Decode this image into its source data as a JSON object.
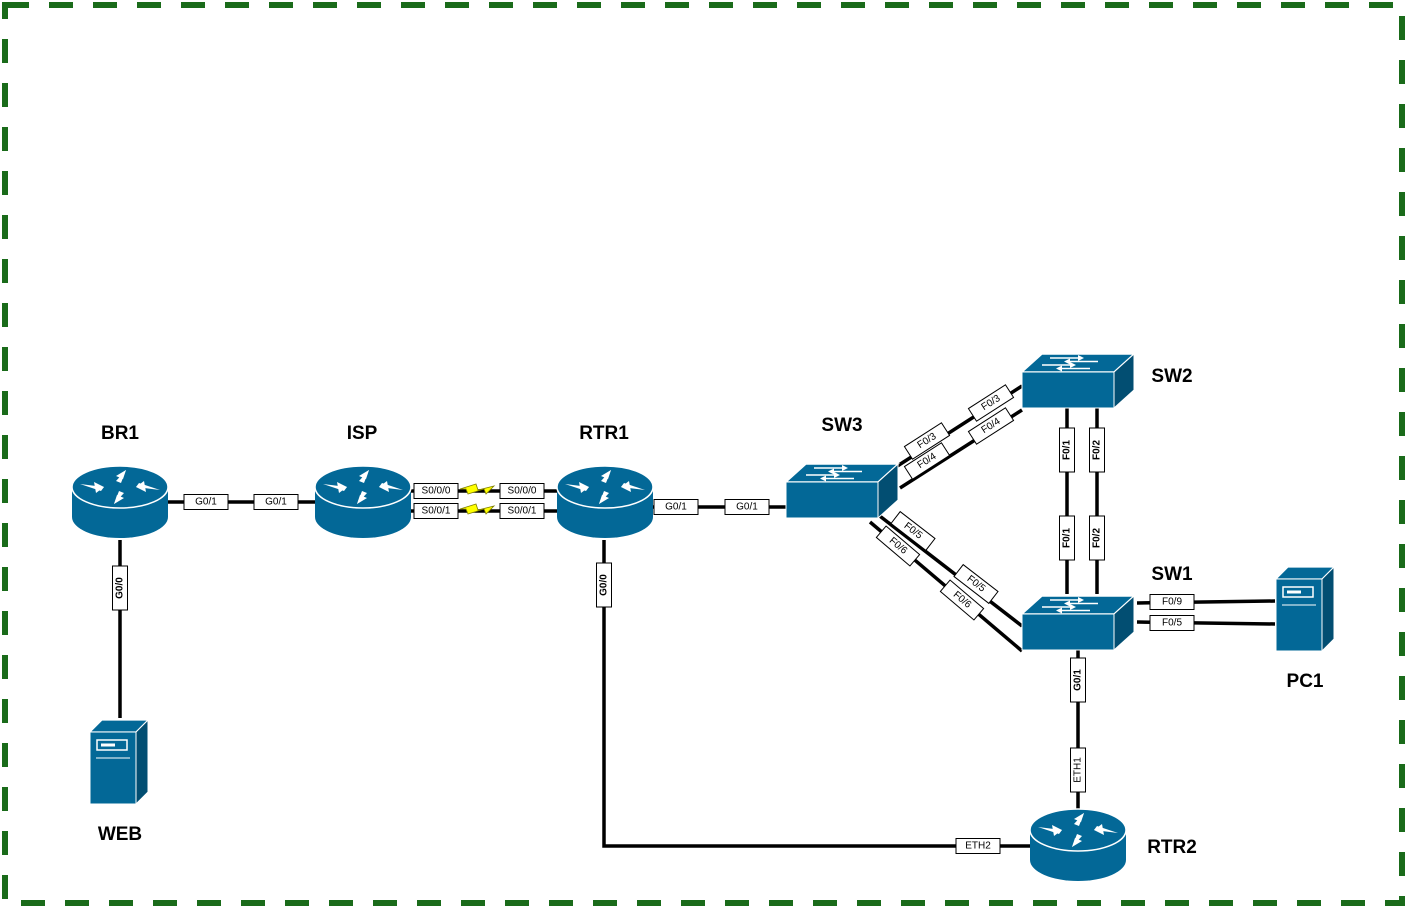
{
  "colors": {
    "frame": "#1a6b1a",
    "device": "#036897",
    "device_dark": "#024e72",
    "serial_bolt": "#ffff00"
  },
  "devices": {
    "br1": {
      "label": "BR1",
      "icon": "router-icon"
    },
    "isp": {
      "label": "ISP",
      "icon": "router-icon"
    },
    "rtr1": {
      "label": "RTR1",
      "icon": "router-icon"
    },
    "rtr2": {
      "label": "RTR2",
      "icon": "router-icon"
    },
    "sw1": {
      "label": "SW1",
      "icon": "switch-icon"
    },
    "sw2": {
      "label": "SW2",
      "icon": "switch-icon"
    },
    "sw3": {
      "label": "SW3",
      "icon": "switch-icon"
    },
    "web": {
      "label": "WEB",
      "icon": "server-icon"
    },
    "pc1": {
      "label": "PC1",
      "icon": "server-icon"
    }
  },
  "ports": {
    "br1_g01": "G0/1",
    "isp_g01": "G0/1",
    "br1_g00": "G0/0",
    "isp_s000": "S0/0/0",
    "isp_s001": "S0/0/1",
    "rtr1_s000": "S0/0/0",
    "rtr1_s001": "S0/0/1",
    "rtr1_g01": "G0/1",
    "sw3_g01": "G0/1",
    "rtr1_g00": "G0/0",
    "sw3_f03": "F0/3",
    "sw3_f04": "F0/4",
    "sw2_f03": "F0/3",
    "sw2_f04": "F0/4",
    "sw3_f05": "F0/5",
    "sw3_f06": "F0/6",
    "sw1_f05_a": "F0/5",
    "sw1_f06": "F0/6",
    "sw2_f01": "F0/1",
    "sw2_f02": "F0/2",
    "sw1_f01": "F0/1",
    "sw1_f02": "F0/2",
    "sw1_f09": "F0/9",
    "sw1_f05_b": "F0/5",
    "sw1_g01": "G0/1",
    "rtr2_eth1": "ETH1",
    "rtr2_eth2": "ETH2"
  }
}
